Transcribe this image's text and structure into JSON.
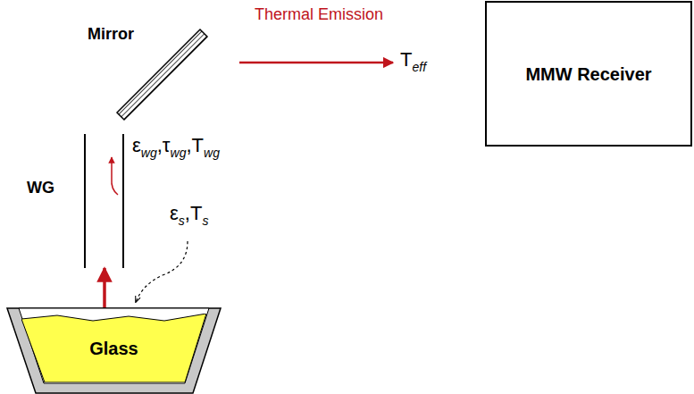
{
  "diagram": {
    "nodes": [
      {
        "text": [
          "MMW Receiver"
        ]
      },
      {
        "text": [
          "Glass"
        ]
      }
    ],
    "labels": [
      "Mirror",
      "Thermal Emission",
      "T",
      "eff",
      "WG",
      "ε",
      "wg",
      ",τ",
      "wg",
      ",",
      "T",
      "wg",
      "ε",
      "s",
      ",T",
      "s"
    ]
  }
}
